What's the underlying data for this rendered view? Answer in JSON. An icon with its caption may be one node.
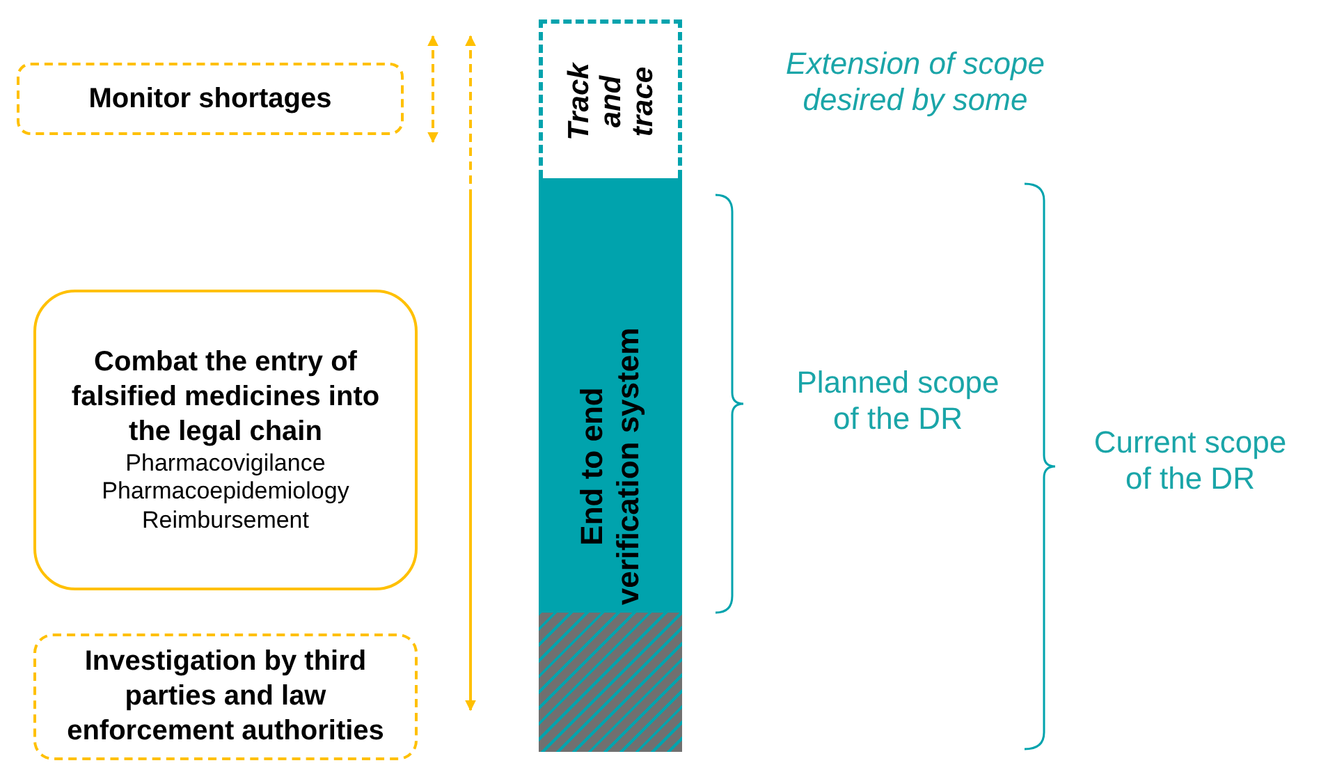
{
  "diagram": {
    "nodes": [
      {
        "text": [
          "Monitor shortages"
        ]
      },
      {
        "text": [
          "Combat the entry of falsified medicines into the legal chain",
          "Pharmacovigilance",
          "Pharmacoepidemiology",
          "Reimbursement"
        ]
      },
      {
        "text": [
          "Investigation by third parties and law enforcement authorities"
        ]
      },
      {
        "text": [
          "Track and trace"
        ]
      },
      {
        "text": [
          "End to end verification system"
        ]
      }
    ],
    "labels": [
      "Extension of scope desired by some",
      "Planned scope of the DR",
      "Current scope of the DR"
    ]
  }
}
